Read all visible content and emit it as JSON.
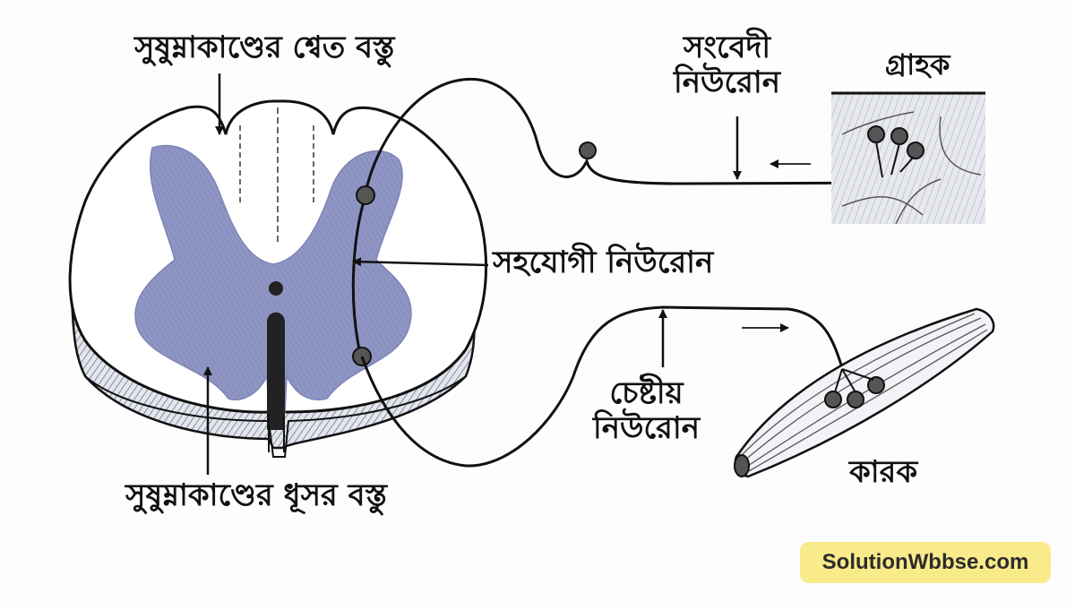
{
  "labels": {
    "white_matter": "সুষুম্নাকাণ্ডের শ্বেত বস্তু",
    "sensory_neuron_line1": "সংবেদী",
    "sensory_neuron_line2": "নিউরোন",
    "receptor": "গ্রাহক",
    "association_neuron": "সহযোগী নিউরোন",
    "motor_neuron_line1": "চেষ্টীয়",
    "motor_neuron_line2": "নিউরোন",
    "grey_matter": "সুষুম্নাকাণ্ডের ধূসর বস্তু",
    "effector": "কারক"
  },
  "watermark": "SolutionWbbse.com",
  "colors": {
    "grey_matter_fill": "#8f96c4",
    "ink": "#111111",
    "watermark_bg": "#f9ea8a"
  }
}
